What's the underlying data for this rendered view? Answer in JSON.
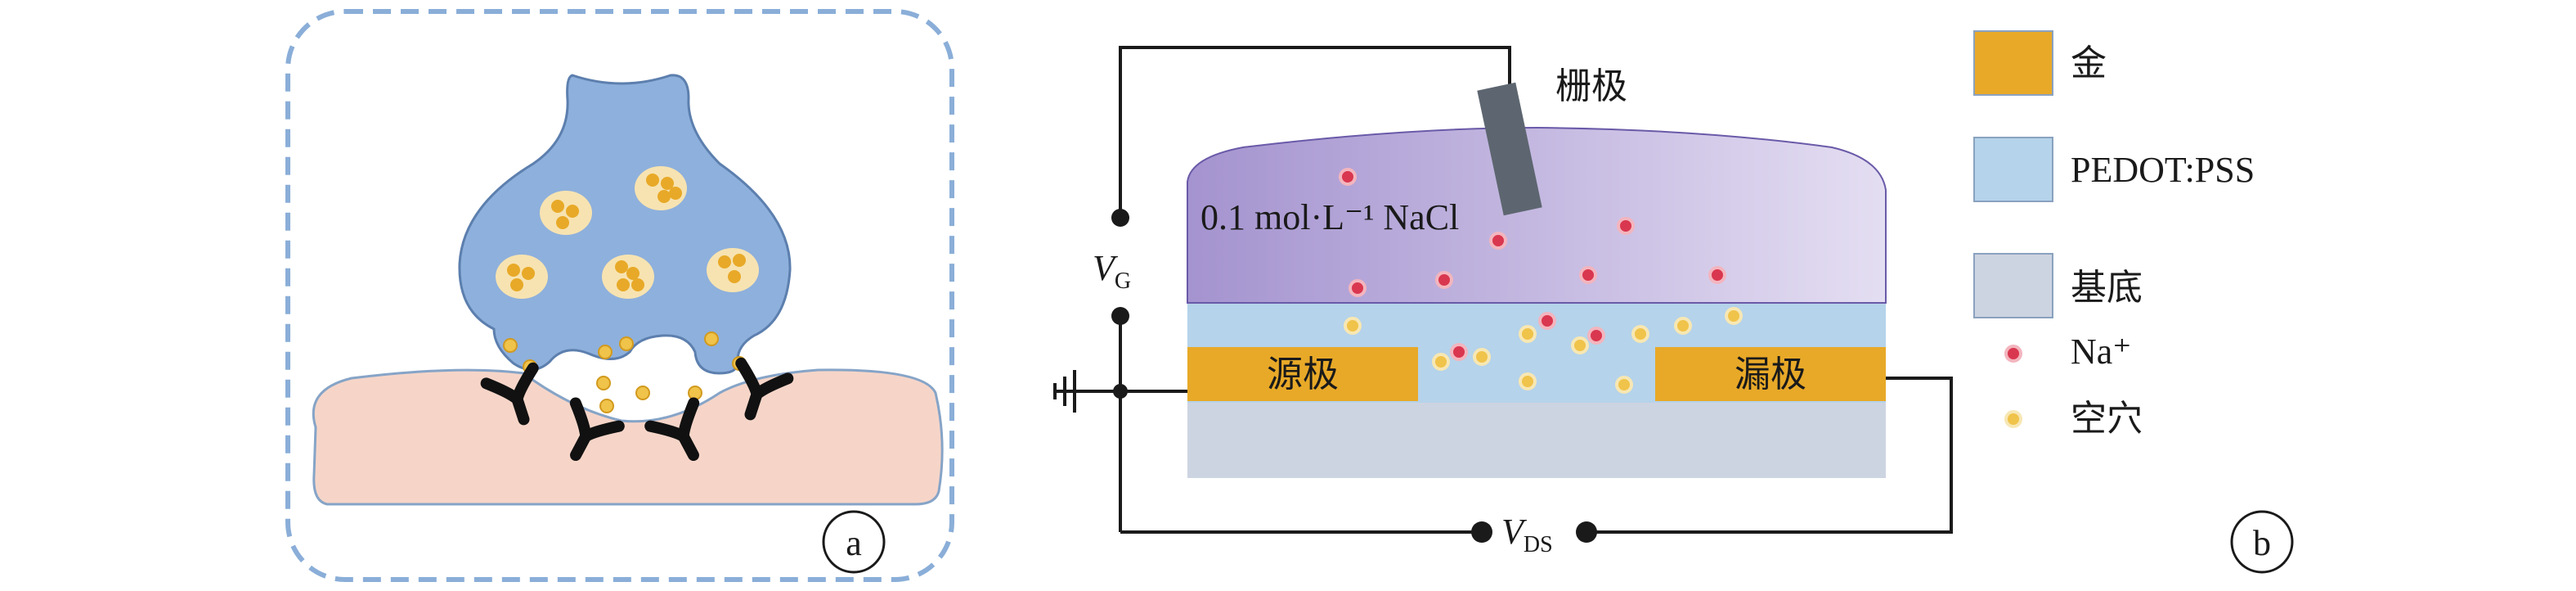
{
  "panel_a": {
    "label": "a"
  },
  "panel_b": {
    "label": "b",
    "gate_label": "栅极",
    "electrolyte_label": "0.1 mol·L⁻¹ NaCl",
    "source_label": "源极",
    "drain_label": "漏极",
    "vg": {
      "symbol": "V",
      "subscript": "G"
    },
    "vds": {
      "symbol": "V",
      "subscript": "DS"
    }
  },
  "legend": [
    {
      "key": "gold",
      "label": "金",
      "color": "#e8a928"
    },
    {
      "key": "pedot",
      "label": "PEDOT:PSS",
      "color": "#b5d3ea"
    },
    {
      "key": "substrate",
      "label": "基底",
      "color": "#cdd4e1"
    },
    {
      "key": "na",
      "label": "Na⁺",
      "color": "#d9374f"
    },
    {
      "key": "hole",
      "label": "空穴",
      "color": "#f0c34a"
    }
  ],
  "colors": {
    "neuron": "#8eb0dc",
    "vesicle": "#f7e3b1",
    "neurotransmitter": "#e8a928",
    "receptor": "#111111",
    "postsynaptic": "#f6d5c8",
    "frame_dash": "#8aaed8",
    "electrolyte_start": "#a493cf",
    "electrolyte_end": "#e3ddf1",
    "gate": "#5d6670"
  }
}
